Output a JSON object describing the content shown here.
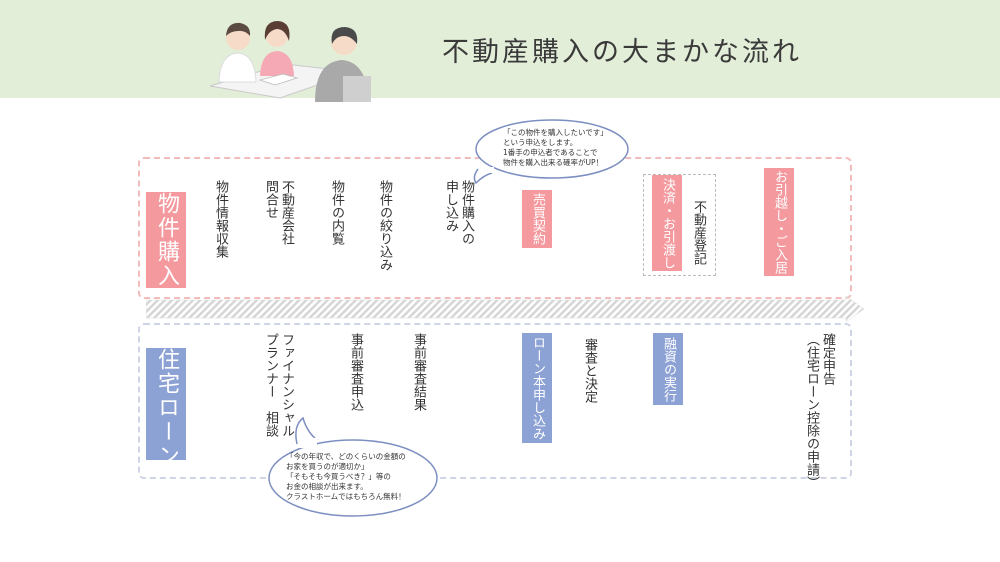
{
  "title": "不動産購入の大まかな流れ",
  "purchase": {
    "label": "物件購入",
    "steps": [
      "物件情報収集",
      "不動産会社\n問合せ",
      "物件の内覧",
      "物件の絞り込み",
      "物件購入の\n申し込み"
    ],
    "contract": "売買契約",
    "settlement": "決済・お引渡し",
    "registration": "不動産登記",
    "move_in": "お引越し・ご入居",
    "bubble": [
      "「この物件を購入したいです」",
      "という申込をします。",
      "1番手の申込者であることで",
      "物件を購入出来る確率がUP！"
    ]
  },
  "loan": {
    "label": "住宅ローン",
    "fp": "ファイナンシャル\nプランナー　相談",
    "pre_apply": "事前審査申込",
    "pre_result": "事前審査結果",
    "main_apply": "ローン本申し込み",
    "review": "審査と決定",
    "funding": "融資の実行",
    "tax": "確定申告\n（住宅ローン控除の申請）",
    "bubble": [
      "「今の年収で、どのくらいの金額の",
      "お家を買うのが適切か」",
      "「そもそも今買うべき？」等の",
      "お金の相談が出来ます。",
      "クラストホームではもちろん無料！"
    ]
  },
  "colors": {
    "header_bg": "#e3eed8",
    "pink": "#f49a9f",
    "blue": "#8da2d4"
  }
}
